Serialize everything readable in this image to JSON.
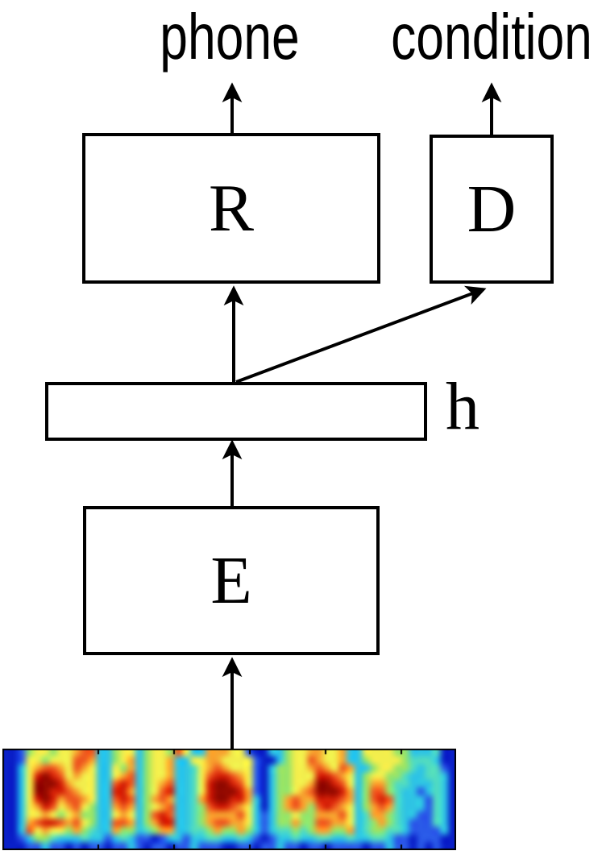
{
  "figure": {
    "output_labels": {
      "phone": "phone",
      "condition": "condition"
    },
    "nodes": {
      "recognizer": {
        "label": "R"
      },
      "discriminator": {
        "label": "D"
      },
      "encoder": {
        "label": "E"
      },
      "hidden": {
        "label": "h"
      }
    },
    "edges": [
      {
        "from": "spectrogram",
        "to": "encoder"
      },
      {
        "from": "encoder",
        "to": "hidden"
      },
      {
        "from": "hidden",
        "to": "recognizer"
      },
      {
        "from": "hidden",
        "to": "discriminator"
      },
      {
        "from": "recognizer",
        "to": "phone"
      },
      {
        "from": "discriminator",
        "to": "condition"
      }
    ]
  },
  "colors": {
    "stroke": "#000000",
    "background": "#ffffff"
  },
  "spectrogram": {
    "frame_color": "#000000",
    "ticks_x": [
      118,
      212,
      306,
      400,
      494
    ],
    "palette": {
      "B": "#0a20c8",
      "b": "#2a5ae8",
      "c": "#2fc4e4",
      "t": "#52dcc0",
      "g": "#97e46a",
      "y": "#f2ee4d",
      "o": "#f7a430",
      "r": "#ee5a20",
      "R": "#d42108",
      "D": "#950a00"
    },
    "rows": [
      "BBbgyygyyorrccgyycgyygryccoooyybBBccgyyooyyoccyyyyggccctBB",
      "BBbyygyyyrroccgyocgyyoccyyooyyyybBBcgyyroyyoccgyyyygtttcBB",
      "BBcyorroyroyccygocgyyocctyoroyyybBcggyyoroyroccgyyggtcttbB",
      "BBcyRDRryoyyccyorcgyyocctyrRRroybBcggyyyRRroycgyyggtccttcB",
      "BBcyDDDRoyyyccrRrcgyorcctyRDDRrybBcggyyoDDRrycgoogttccctcB",
      "BBcyDDRRroyyccRRocgyrRcctyRDDDRobBcggyorDDDRocgrrgtccbctcB",
      "BBcyRDRorroyccrRrcgorocctoRDDRRocBcgorooRRRrocgrRrtcccbtcB",
      "BBcyoRryorygccorocgyorcctgrRRroycBcgorogrRroycgorotcccbtcB",
      "BBcyyoygyoggccyoycgrRrcctgoooorycbcggyggoooryctoogtccbbtcB",
      "BBcorRRrorygccrrocgoRRcctgorrooycbcggoggrrooyctgogtcbbbtcB",
      "BBcryoyygogtccoggctgooccttgoggogcbcttgtgooggoctggttcbbbbcB",
      "BBbcggtccctccbctcbbBbccbccttcctcbBbcctccttcctccttcbbBbbbBB",
      "BBBbbcbbBbBbbBbbcbBbbBbbcbbbBBbbBbbcbbBbbBbbbbBbbcbbBbBbBB"
    ]
  }
}
